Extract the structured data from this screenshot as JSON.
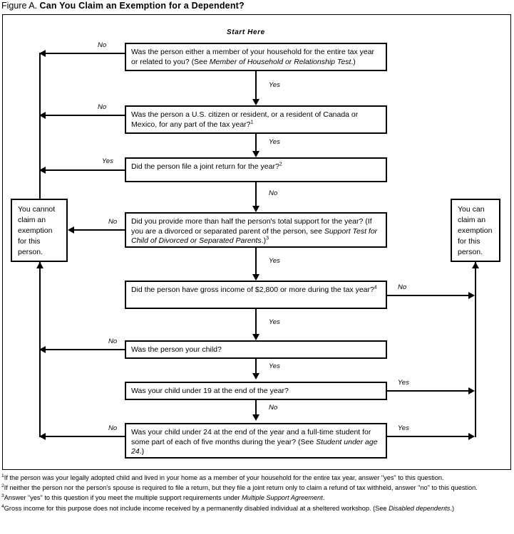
{
  "figure": {
    "label": "Figure A.",
    "title": "Can You Claim an Exemption for a Dependent?"
  },
  "start_label": "Start Here",
  "nodes": {
    "q1": {
      "text_a": "Was the person either a member of your household for the entire tax year or related to you? (See ",
      "text_italic": "Member of Household or Relationship Test",
      "text_b": ".)"
    },
    "q2": {
      "text_a": "Was the person a U.S. citizen or resident, or a resident of Canada or Mexico, for any part of the tax year?",
      "sup": "1"
    },
    "q3": {
      "text_a": "Did the person file a joint return for the year?",
      "sup": "2"
    },
    "q4": {
      "text_a": "Did you provide more than half the person's total support for the year? (If you are a divorced or separated parent of the person, see ",
      "text_italic": "Support Test for Child of Divorced or Separated Parents",
      "text_b": ".)",
      "sup": "3"
    },
    "q5": {
      "text_a": "Did the person have gross income of $2,800 or more during the tax year?",
      "sup": "4"
    },
    "q6": {
      "text_a": "Was the person your child?"
    },
    "q7": {
      "text_a": "Was your child under 19 at the end of the year?"
    },
    "q8": {
      "text_a": "Was your child under 24 at the end of the year and a full-time student for some part of each of five months during the year? (See ",
      "text_italic": "Student under age 24",
      "text_b": ".)"
    },
    "cannot": {
      "text": "You cannot claim an exemption for this person."
    },
    "can": {
      "text": "You can claim an exemption for this person."
    }
  },
  "edges": {
    "q1_no": "No",
    "q1_yes": "Yes",
    "q2_no": "No",
    "q2_yes": "Yes",
    "q3_yes": "Yes",
    "q3_no": "No",
    "q4_no": "No",
    "q4_yes": "Yes",
    "q5_no": "No",
    "q5_yes": "Yes",
    "q6_no": "No",
    "q6_yes": "Yes",
    "q7_yes": "Yes",
    "q7_no": "No",
    "q8_no": "No",
    "q8_yes": "Yes"
  },
  "footnotes": [
    {
      "marker": "1",
      "text_a": "If the person was your legally adopted child and lived in your home as a member of your household for the entire tax year, answer \"yes\" to this question."
    },
    {
      "marker": "2",
      "text_a": "If neither the person nor the person's spouse is required to file a return, but they file a joint return only to claim a refund of tax withheld, answer \"no\" to this question."
    },
    {
      "marker": "3",
      "text_a": "Answer \"yes\" to this question if you meet the multiple support requirements under ",
      "text_italic": "Multiple Support Agreement",
      "text_b": "."
    },
    {
      "marker": "4",
      "text_a": "Gross income for this purpose does not include income received by a permanently disabled individual at a sheltered workshop. (See ",
      "text_italic": "Disabled dependents",
      "text_b": ".)"
    }
  ],
  "colors": {
    "ink": "#000000",
    "paper": "#ffffff"
  }
}
